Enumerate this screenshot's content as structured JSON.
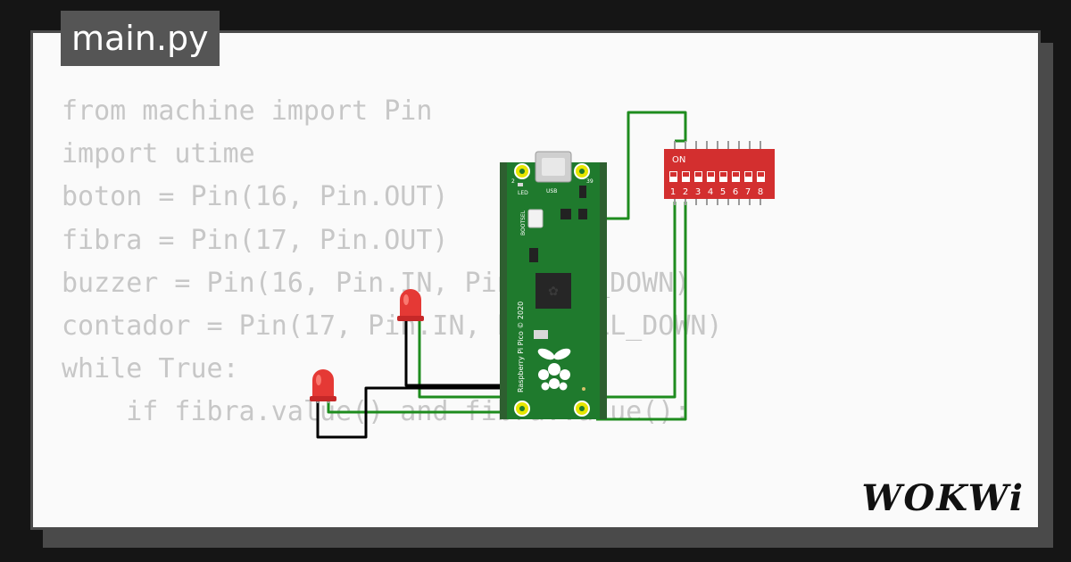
{
  "tab": {
    "filename": "main.py"
  },
  "code": {
    "lines": [
      "from machine import Pin",
      "import utime",
      "",
      "",
      "boton = Pin(16, Pin.OUT)",
      "fibra = Pin(17, Pin.OUT)",
      "buzzer = Pin(16, Pin.IN, Pin.PULL_DOWN)",
      "contador = Pin(17, Pin.IN, Pin.PULL_DOWN)",
      "",
      "while True:",
      "    if fibra.value() and fibra.value():"
    ]
  },
  "brand": {
    "logo_text": "WOKWi"
  },
  "dip_switch": {
    "on_label": "ON",
    "switch_numbers": [
      "1",
      "2",
      "3",
      "4",
      "5",
      "6",
      "7",
      "8"
    ]
  },
  "pico": {
    "board_label": "Raspberry Pi Pico © 2020",
    "led_label": "LED",
    "usb_label": "USB",
    "bootsel_label": "BOOTSEL",
    "pin_label_left": "2",
    "pin_label_right": "39"
  },
  "colors": {
    "board": "#1f7a2d",
    "wire_green": "#1e8c1e",
    "wire_black": "#000000",
    "led_red": "#e53935",
    "dip_red": "#d32f2f",
    "raspberry": "#c51a4a"
  }
}
